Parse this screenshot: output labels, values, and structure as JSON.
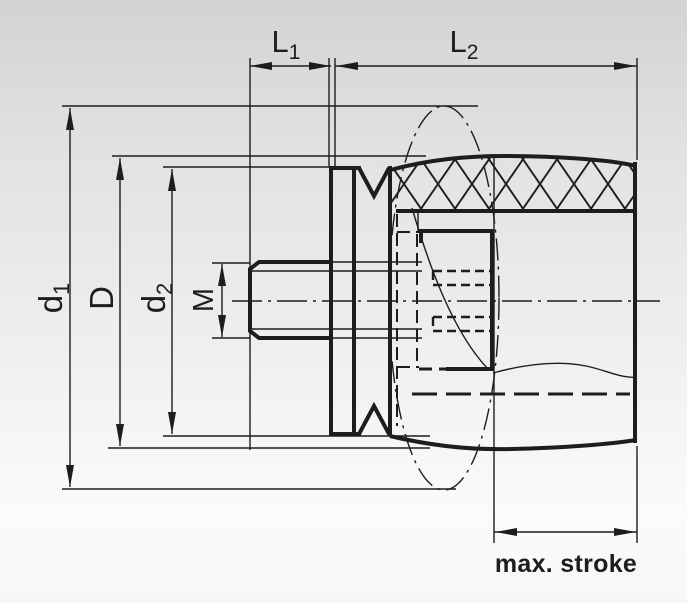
{
  "drawing": {
    "dimensions": {
      "l1": {
        "main": "L",
        "sub": "1"
      },
      "l2": {
        "main": "L",
        "sub": "2"
      },
      "d1": {
        "main": "d",
        "sub": "1"
      },
      "D": {
        "main": "D",
        "sub": ""
      },
      "d2": {
        "main": "d",
        "sub": "2"
      },
      "M": {
        "main": "M",
        "sub": ""
      },
      "max_stroke": {
        "label": "max. stroke"
      }
    },
    "colors": {
      "ink": "#1d1d1b",
      "bg_top": "#d2d3d5",
      "bg_bottom": "#fbfbfb"
    }
  }
}
